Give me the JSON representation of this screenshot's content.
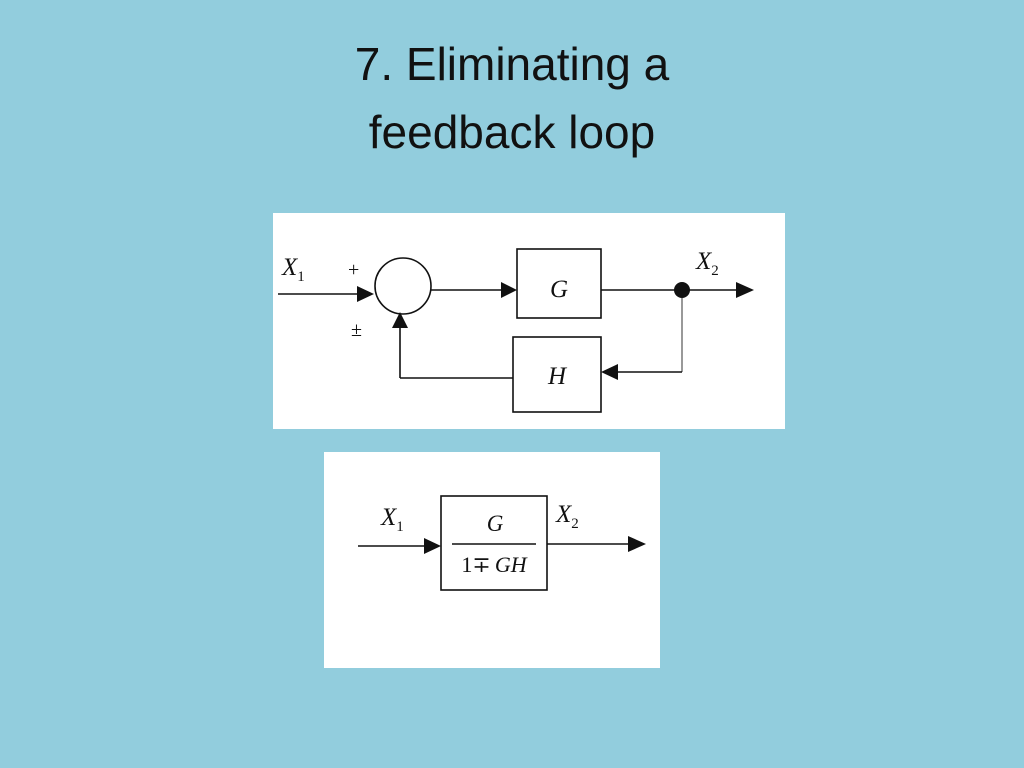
{
  "slide": {
    "title_line1": "7. Eliminating a",
    "title_line2": "feedback loop"
  },
  "loop_diagram": {
    "input_label": "X",
    "input_sub": "1",
    "output_label": "X",
    "output_sub": "2",
    "plus_sign": "+",
    "plus_minus_sign": "±",
    "forward_block": "G",
    "feedback_block": "H"
  },
  "reduced_diagram": {
    "input_label": "X",
    "input_sub": "1",
    "output_label": "X",
    "output_sub": "2",
    "numerator": "G",
    "denominator_const": "1",
    "denominator_sign": "∓",
    "denominator_var": "GH"
  }
}
